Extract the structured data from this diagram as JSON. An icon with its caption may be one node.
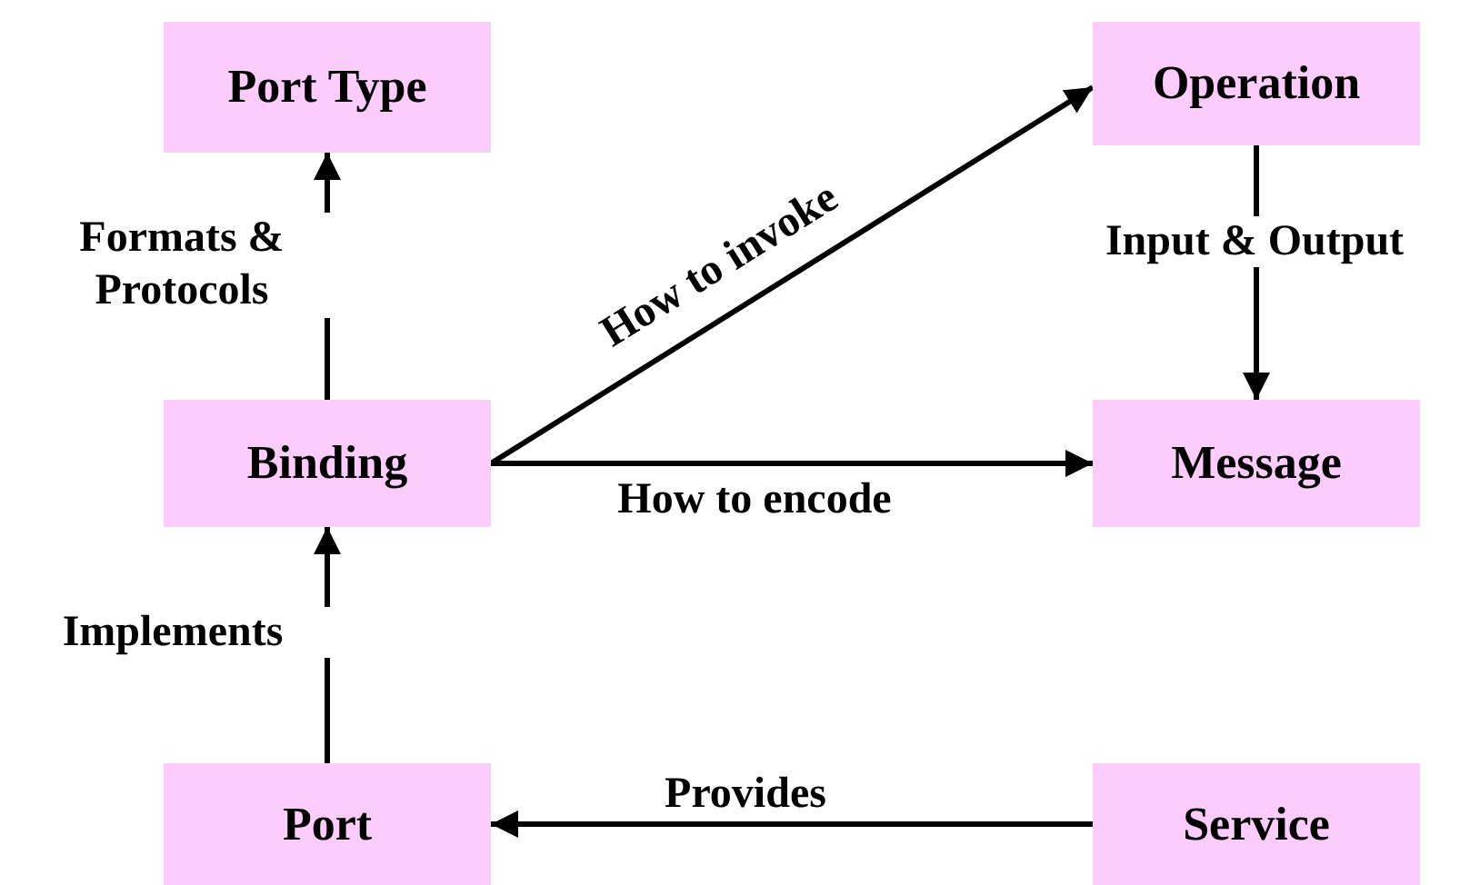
{
  "diagram": {
    "nodes": [
      {
        "text": [
          "Port Type"
        ]
      },
      {
        "text": [
          "Operation"
        ]
      },
      {
        "text": [
          "Binding"
        ]
      },
      {
        "text": [
          "Message"
        ]
      },
      {
        "text": [
          "Port"
        ]
      },
      {
        "text": [
          "Service"
        ]
      }
    ],
    "edges": [
      {
        "from": 2,
        "to": 0,
        "arrow": "to",
        "label": "Formats & Protocols"
      },
      {
        "from": 2,
        "to": 1,
        "arrow": "to",
        "label": "How to invoke"
      },
      {
        "from": 1,
        "to": 3,
        "arrow": "to",
        "label": "Input & Output"
      },
      {
        "from": 2,
        "to": 3,
        "arrow": "to",
        "label": "How to encode"
      },
      {
        "from": 4,
        "to": 2,
        "arrow": "to",
        "label": "Implements"
      },
      {
        "from": 5,
        "to": 4,
        "arrow": "to",
        "label": "Provides"
      }
    ]
  }
}
